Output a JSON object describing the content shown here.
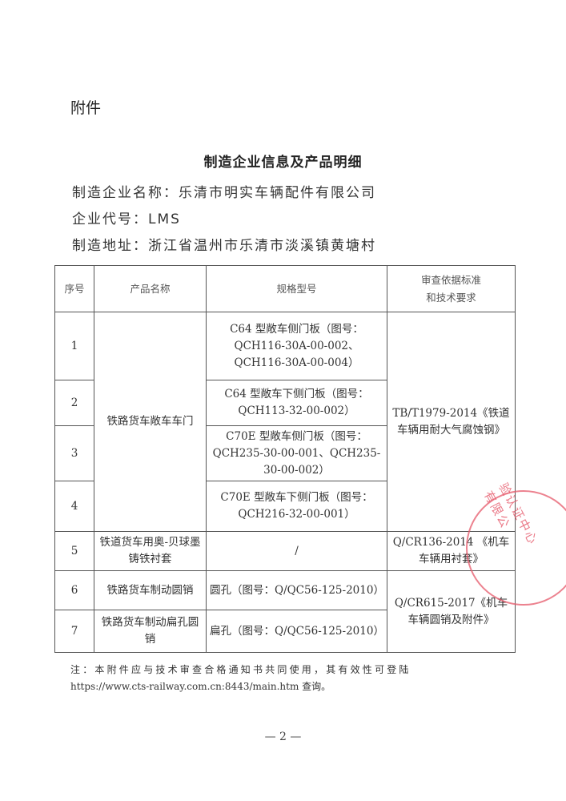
{
  "attachment_label": "附件",
  "title": "制造企业信息及产品明细",
  "company": {
    "name_line": "制造企业名称：乐清市明实车辆配件有限公司",
    "code_line": "企业代号：LMS",
    "address_line": "制造地址：浙江省温州市乐清市淡溪镇黄塘村"
  },
  "table": {
    "headers": [
      "序号",
      "产品名称",
      "规格型号",
      "审查依据标准\n和技术要求"
    ],
    "group_product_1_4": "铁路货车敞车车门",
    "group_standard_1_4": "TB/T1979-2014《铁道车辆用耐大气腐蚀钢》",
    "group_standard_6_7": "Q/CR615-2017《机车车辆圆销及附件》",
    "rows": [
      {
        "no": "1",
        "spec": "C64 型敞车侧门板（图号：QCH116-30A-00-002、QCH116-30A-00-004）"
      },
      {
        "no": "2",
        "spec": "C64 型敞车下侧门板（图号：QCH113-32-00-002）"
      },
      {
        "no": "3",
        "spec": "C70E 型敞车侧门板（图号：QCH235-30-00-001、QCH235-30-00-002）"
      },
      {
        "no": "4",
        "spec": "C70E 型敞车下侧门板（图号：QCH216-32-00-001）"
      },
      {
        "no": "5",
        "product": "铁道货车用奥-贝球墨铸铁衬套",
        "spec": "/",
        "standard": "Q/CR136-2014 《机车车辆用衬套》"
      },
      {
        "no": "6",
        "product": "铁路货车制动圆销",
        "spec": "圆孔（图号：Q/QC56-125-2010）"
      },
      {
        "no": "7",
        "product": "铁路货车制动扁孔圆销",
        "spec": "扁孔（图号：Q/QC56-125-2010）"
      }
    ]
  },
  "note": {
    "line1": "注：本附件应与技术审查合格通知书共同使用，其有效性可登陆",
    "line2": "https://www.cts-railway.com.cn:8443/main.htm 查询。"
  },
  "page_number": "— 2 —",
  "stamp_text": "验认证中心有限公",
  "colors": {
    "stamp": "#e6586a",
    "text": "#333333"
  }
}
